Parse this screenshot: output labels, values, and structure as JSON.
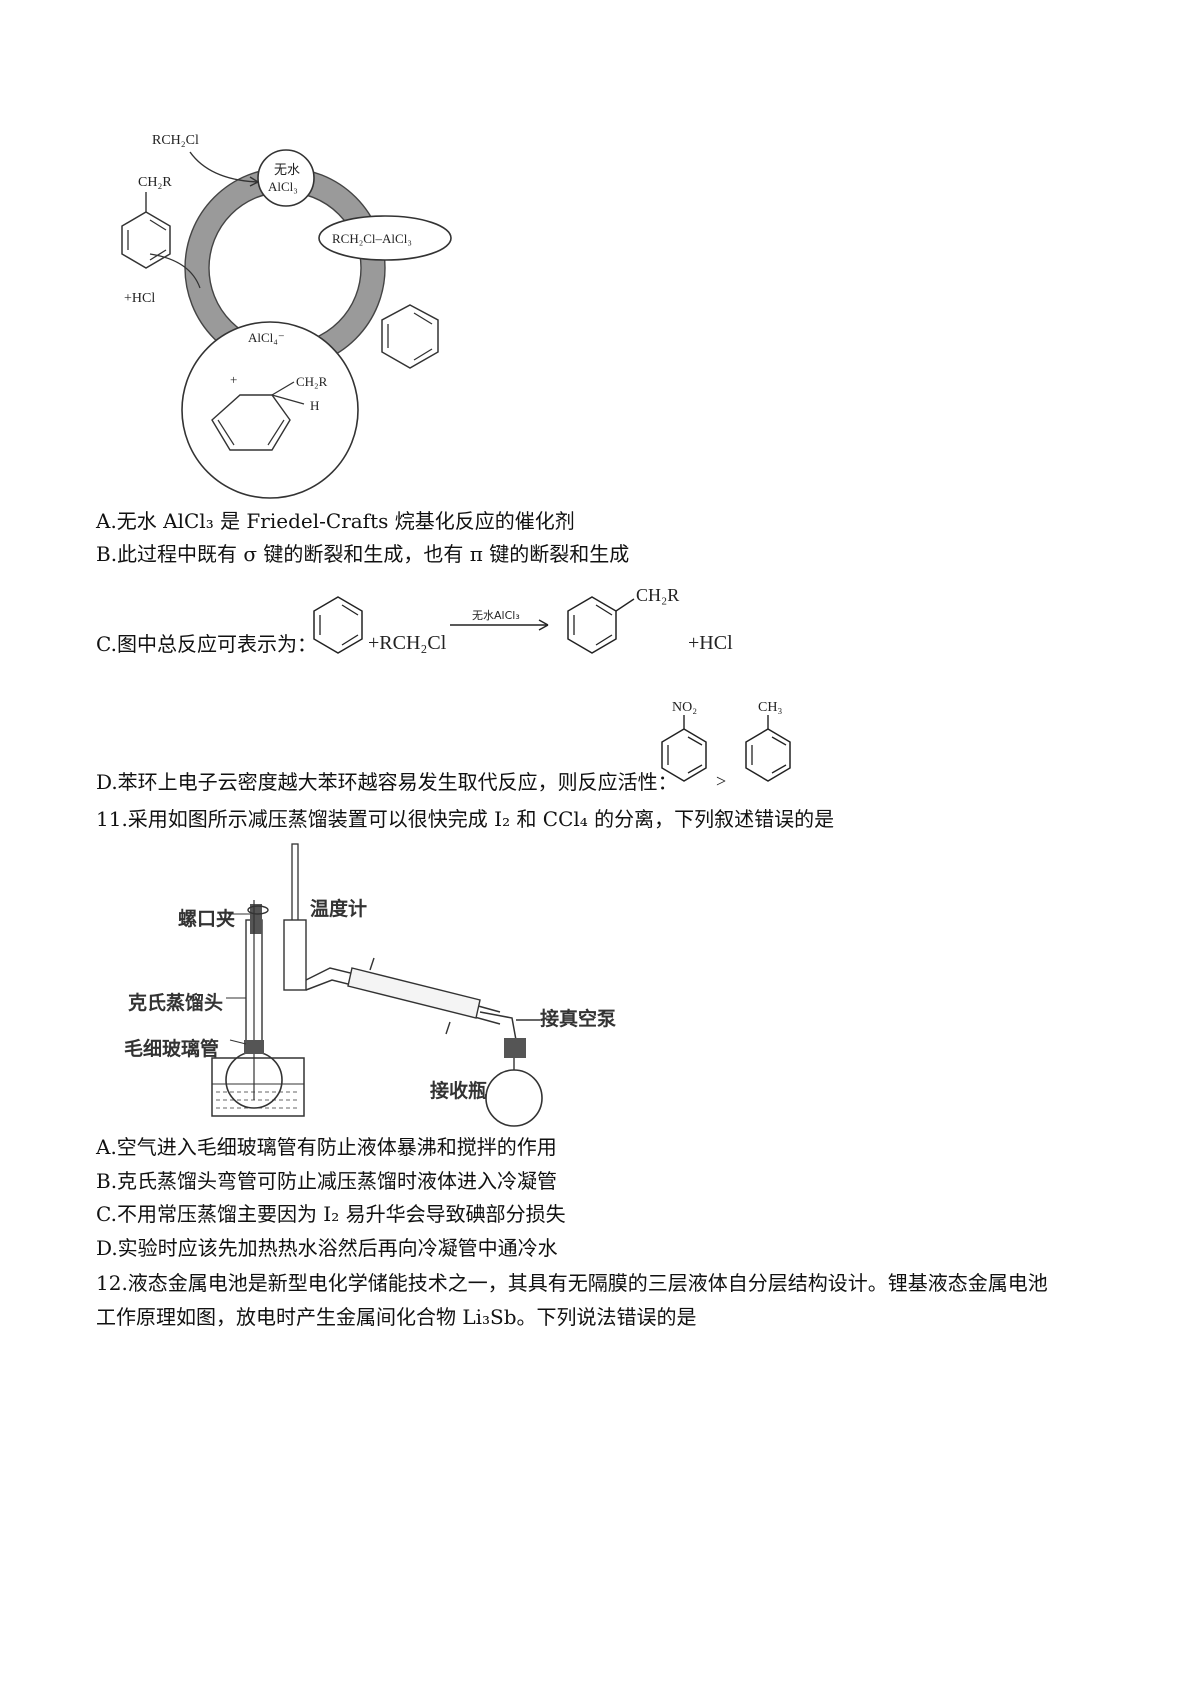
{
  "fig1": {
    "rch2cl": "RCH₂Cl",
    "ch2r": "CH₂R",
    "hcl": "+HCl",
    "catalyst_line1": "无水",
    "catalyst_line2": "AlCl₃",
    "complex": "RCH₂Cl–AlCl₃",
    "alcl4": "AlCl₄⁻",
    "plus": "+",
    "ch2r_inter": "CH₂R",
    "h": "H"
  },
  "q10": {
    "A": "A.无水 AlCl₃ 是 Friedel-Crafts 烷基化反应的催化剂",
    "B": "B.此过程中既有 σ 键的断裂和生成，也有 π 键的断裂和生成",
    "C_prefix": "C.图中总反应可表示为：",
    "C_reagent": "+RCH₂Cl",
    "C_arrow_label": "无水AlCl₃",
    "C_product_sub": "CH₂R",
    "C_hcl": "+HCl",
    "D_text": "D.苯环上电子云密度越大苯环越容易发生取代反应，则反应活性：",
    "D_no2": "NO₂",
    "D_ch3": "CH₃",
    "D_gt": ">"
  },
  "q11": {
    "stem": "11.采用如图所示减压蒸馏装置可以很快完成 I₂ 和 CCl₄ 的分离，下列叙述错误的是",
    "labels": {
      "screw_clamp": "螺口夹",
      "thermometer": "温度计",
      "claisen": "克氏蒸馏头",
      "capillary": "毛细玻璃管",
      "vacuum": "接真空泵",
      "receiver": "接收瓶"
    },
    "A": "A.空气进入毛细玻璃管有防止液体暴沸和搅拌的作用",
    "B": "B.克氏蒸馏头弯管可防止减压蒸馏时液体进入冷凝管",
    "C": "C.不用常压蒸馏主要因为 I₂ 易升华会导致碘部分损失",
    "D": "D.实验时应该先加热热水浴然后再向冷凝管中通冷水"
  },
  "q12": {
    "line1": "12.液态金属电池是新型电化学储能技术之一，其具有无隔膜的三层液体自分层结构设计。锂基液态金属电池",
    "line2": "工作原理如图，放电时产生金属间化合物 Li₃Sb。下列说法错误的是"
  }
}
